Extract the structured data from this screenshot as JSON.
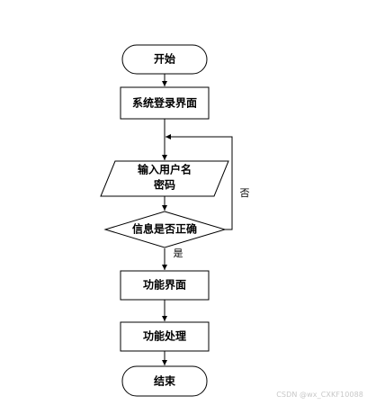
{
  "nodes": {
    "start": "开始",
    "login_screen": "系统登录界面",
    "input_line1": "输入用户名",
    "input_line2": "密码",
    "decision": "信息是否正确",
    "function_screen": "功能界面",
    "function_handle": "功能处理",
    "end": "结束"
  },
  "edge_labels": {
    "no": "否",
    "yes": "是"
  },
  "watermark": "CSDN @wx_CXKF10088"
}
